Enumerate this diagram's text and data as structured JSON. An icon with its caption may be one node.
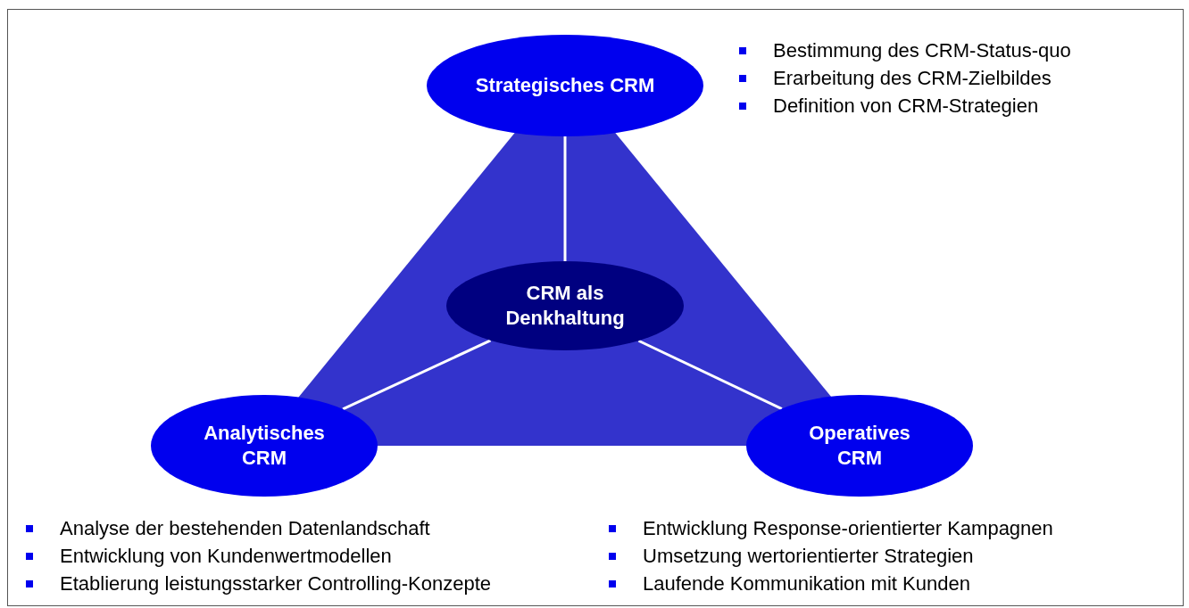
{
  "diagram": {
    "nodes": [
      {
        "text": [
          "Strategisches CRM"
        ],
        "beside": [
          "Bestimmung des CRM-Status-quo",
          "Erarbeitung des CRM-Zielbildes",
          "Definition von CRM-Strategien"
        ]
      },
      {
        "text": [
          "CRM als Denkhaltung"
        ]
      },
      {
        "text": [
          "Analytisches CRM"
        ],
        "beside": [
          "Analyse der bestehenden Datenlandschaft",
          "Entwicklung von Kundenwertmodellen",
          "Etablierung leistungsstarker Controlling-Konzepte"
        ]
      },
      {
        "text": [
          "Operatives CRM"
        ],
        "beside": [
          "Entwicklung Response-orientierter Kampagnen",
          "Umsetzung wertorientierter Strategien",
          "Laufende Kommunikation mit Kunden"
        ]
      }
    ],
    "edges": [
      {
        "from": 1,
        "to": 0,
        "arrow": "none"
      },
      {
        "from": 1,
        "to": 2,
        "arrow": "none"
      },
      {
        "from": 1,
        "to": 3,
        "arrow": "none"
      }
    ]
  }
}
